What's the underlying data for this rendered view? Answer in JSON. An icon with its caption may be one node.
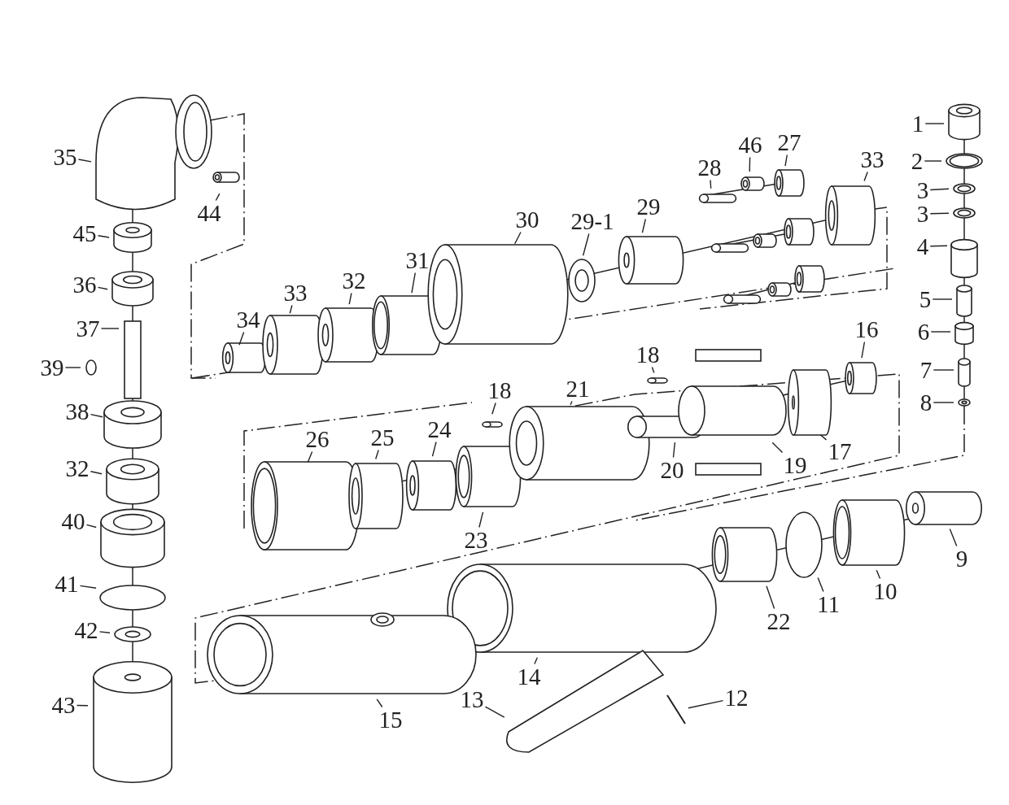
{
  "diagram": {
    "nodes": [
      {
        "text": [
          "35"
        ]
      },
      {
        "text": [
          "44"
        ]
      },
      {
        "text": [
          "45"
        ]
      },
      {
        "text": [
          "36"
        ]
      },
      {
        "text": [
          "37"
        ]
      },
      {
        "text": [
          "39"
        ]
      },
      {
        "text": [
          "38"
        ]
      },
      {
        "text": [
          "32"
        ]
      },
      {
        "text": [
          "40"
        ]
      },
      {
        "text": [
          "41"
        ]
      },
      {
        "text": [
          "42"
        ]
      },
      {
        "text": [
          "43"
        ]
      },
      {
        "text": [
          "34"
        ]
      },
      {
        "text": [
          "33"
        ]
      },
      {
        "text": [
          "32"
        ]
      },
      {
        "text": [
          "31"
        ]
      },
      {
        "text": [
          "30"
        ]
      },
      {
        "text": [
          "29-1"
        ]
      },
      {
        "text": [
          "29"
        ]
      },
      {
        "text": [
          "28"
        ]
      },
      {
        "text": [
          "46"
        ]
      },
      {
        "text": [
          "27"
        ]
      },
      {
        "text": [
          "33"
        ]
      },
      {
        "text": [
          "1"
        ]
      },
      {
        "text": [
          "2"
        ]
      },
      {
        "text": [
          "3"
        ]
      },
      {
        "text": [
          "3"
        ]
      },
      {
        "text": [
          "4"
        ]
      },
      {
        "text": [
          "5"
        ]
      },
      {
        "text": [
          "6"
        ]
      },
      {
        "text": [
          "7"
        ]
      },
      {
        "text": [
          "8"
        ]
      },
      {
        "text": [
          "16"
        ]
      },
      {
        "text": [
          "18"
        ]
      },
      {
        "text": [
          "21"
        ]
      },
      {
        "text": [
          "18"
        ]
      },
      {
        "text": [
          "26"
        ]
      },
      {
        "text": [
          "25"
        ]
      },
      {
        "text": [
          "24"
        ]
      },
      {
        "text": [
          "23"
        ]
      },
      {
        "text": [
          "20"
        ]
      },
      {
        "text": [
          "19"
        ]
      },
      {
        "text": [
          "17"
        ]
      },
      {
        "text": [
          "9"
        ]
      },
      {
        "text": [
          "10"
        ]
      },
      {
        "text": [
          "11"
        ]
      },
      {
        "text": [
          "22"
        ]
      },
      {
        "text": [
          "14"
        ]
      },
      {
        "text": [
          "15"
        ]
      },
      {
        "text": [
          "13"
        ]
      },
      {
        "text": [
          "12"
        ]
      }
    ],
    "edges": [
      {
        "from": 0,
        "to": null,
        "arrow": "none"
      },
      {
        "from": 1,
        "to": null,
        "arrow": "none"
      },
      {
        "from": 2,
        "to": null,
        "arrow": "none"
      },
      {
        "from": 3,
        "to": null,
        "arrow": "none"
      },
      {
        "from": 4,
        "to": null,
        "arrow": "none"
      },
      {
        "from": 5,
        "to": null,
        "arrow": "none"
      },
      {
        "from": 6,
        "to": null,
        "arrow": "none"
      },
      {
        "from": 7,
        "to": null,
        "arrow": "none"
      },
      {
        "from": 8,
        "to": null,
        "arrow": "none"
      },
      {
        "from": 9,
        "to": null,
        "arrow": "none"
      },
      {
        "from": 10,
        "to": null,
        "arrow": "none"
      },
      {
        "from": 11,
        "to": null,
        "arrow": "none"
      },
      {
        "from": 12,
        "to": null,
        "arrow": "none"
      },
      {
        "from": 13,
        "to": null,
        "arrow": "none"
      },
      {
        "from": 14,
        "to": null,
        "arrow": "none"
      },
      {
        "from": 15,
        "to": null,
        "arrow": "none"
      },
      {
        "from": 16,
        "to": null,
        "arrow": "none"
      },
      {
        "from": 17,
        "to": null,
        "arrow": "none"
      },
      {
        "from": 18,
        "to": null,
        "arrow": "none"
      },
      {
        "from": 19,
        "to": null,
        "arrow": "none"
      },
      {
        "from": 20,
        "to": null,
        "arrow": "none"
      },
      {
        "from": 21,
        "to": null,
        "arrow": "none"
      },
      {
        "from": 22,
        "to": null,
        "arrow": "none"
      },
      {
        "from": 23,
        "to": null,
        "arrow": "none"
      },
      {
        "from": 24,
        "to": null,
        "arrow": "none"
      },
      {
        "from": 25,
        "to": null,
        "arrow": "none"
      },
      {
        "from": 26,
        "to": null,
        "arrow": "none"
      },
      {
        "from": 27,
        "to": null,
        "arrow": "none"
      },
      {
        "from": 28,
        "to": null,
        "arrow": "none"
      },
      {
        "from": 29,
        "to": null,
        "arrow": "none"
      },
      {
        "from": 30,
        "to": null,
        "arrow": "none"
      },
      {
        "from": 31,
        "to": null,
        "arrow": "none"
      },
      {
        "from": 32,
        "to": null,
        "arrow": "none"
      },
      {
        "from": 33,
        "to": null,
        "arrow": "none"
      },
      {
        "from": 34,
        "to": null,
        "arrow": "none"
      },
      {
        "from": 35,
        "to": null,
        "arrow": "none"
      },
      {
        "from": 36,
        "to": null,
        "arrow": "none"
      },
      {
        "from": 37,
        "to": null,
        "arrow": "none"
      },
      {
        "from": 38,
        "to": null,
        "arrow": "none"
      },
      {
        "from": 39,
        "to": null,
        "arrow": "none"
      },
      {
        "from": 40,
        "to": null,
        "arrow": "none"
      },
      {
        "from": 41,
        "to": null,
        "arrow": "none"
      },
      {
        "from": 42,
        "to": null,
        "arrow": "none"
      },
      {
        "from": 43,
        "to": null,
        "arrow": "none"
      },
      {
        "from": 44,
        "to": null,
        "arrow": "none"
      },
      {
        "from": 45,
        "to": null,
        "arrow": "none"
      },
      {
        "from": 46,
        "to": null,
        "arrow": "none"
      },
      {
        "from": 47,
        "to": null,
        "arrow": "none"
      },
      {
        "from": 48,
        "to": null,
        "arrow": "none"
      },
      {
        "from": 49,
        "to": null,
        "arrow": "none"
      },
      {
        "from": 50,
        "to": null,
        "arrow": "none"
      }
    ]
  }
}
